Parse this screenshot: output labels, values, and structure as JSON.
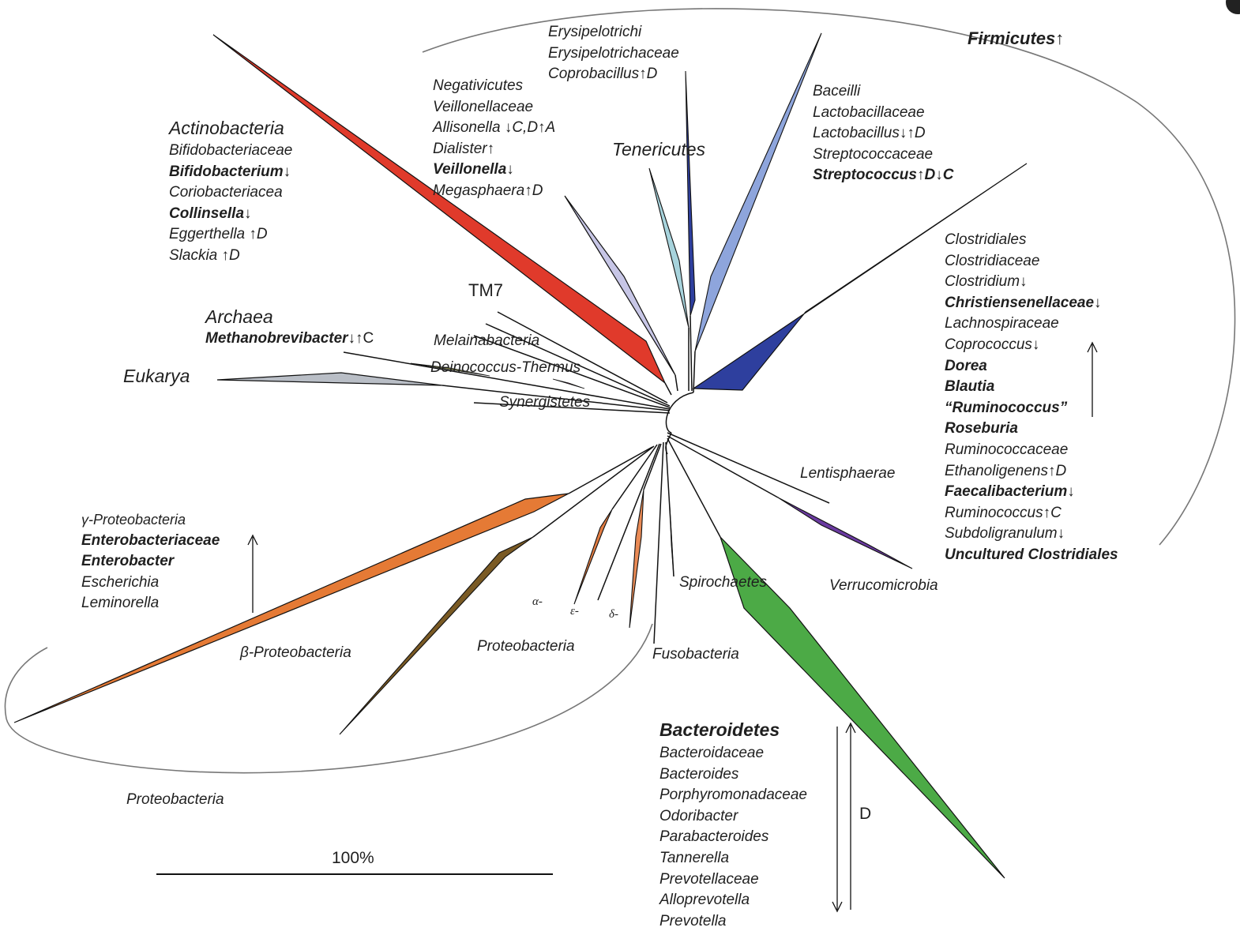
{
  "colors": {
    "actinobacteria": "#e03a2b",
    "firmicutes_bacilli": "#2e3f9e",
    "bacilli_thin": "#8ea5dc",
    "negativicutes": "#c7c6e6",
    "tenericutes": "#a7d3dc",
    "eukarya": "#b9bec6",
    "verrucomicrobia": "#6a3aa0",
    "gamma_proteobacteria": "#e57a35",
    "beta_proteobacteria": "#7a5a24",
    "bacteroidetes": "#4caa46",
    "alpha_proteobacteria": "#e27c42",
    "delta_proteobacteria": "#e98a55",
    "spirochaetes": "#7d7f45",
    "deinococcus": "#c040a0",
    "line": "#111111",
    "bracket": "#777777"
  },
  "labels": {
    "firmicutes": "Firmicutes↑",
    "tenericutes": "Tenericutes",
    "tm7": "TM7",
    "archaea": "Archaea",
    "methanobrevibacter": "Methanobrevibacter",
    "methanobrevibacter_mark": "↓↑C",
    "eukarya": "Eukarya",
    "melainabacteria": "Melainabacteria",
    "deinococcus_thermus": "Deinococcus-Thermus",
    "synergistetes": "Synergistetes",
    "lentisphaerae": "Lentisphaerae",
    "verrucomicrobia": "Verrucomicrobia",
    "spirochaetes": "Spirochaetes",
    "fusobacteria": "Fusobacteria",
    "proteobacteria_inner": "Proteobacteria",
    "proteobacteria_outer": "Proteobacteria",
    "beta_proteobacteria": "β-Proteobacteria",
    "alpha": "α-",
    "epsilon": "ε-",
    "delta": "δ-",
    "scale": "100%",
    "bacteroidetes_d": "D"
  },
  "groups": {
    "actinobacteria_title": "Actinobacteria",
    "actinobacteria": [
      "Bifidobacteriaceae",
      "Bifidobacterium↓",
      "Coriobacteriacea",
      "Collinsella↓",
      "Eggerthella ↑D",
      "Slackia ↑D"
    ],
    "erysipelotrichi": [
      "Erysipelotrichi",
      "Erysipelotrichaceae",
      "Coprobacillus↑D"
    ],
    "negativicutes": [
      "Negativicutes",
      "Veillonellaceae",
      "Allisonella ↓C,D↑A",
      "Dialister↑",
      "Veillonella↓",
      "Megasphaera↑D"
    ],
    "bacilli": [
      "Baceilli",
      "Lactobacillaceae",
      "Lactobacillus↓↑D",
      "Streptococcaceae",
      "Streptococcus↑D↓C"
    ],
    "clostridiales": [
      "Clostridiales",
      "Clostridiaceae",
      "Clostridium↓",
      "Christiensenellaceae↓",
      "Lachnospiraceae",
      "Coprococcus↓",
      "Dorea",
      "Blautia",
      "“Ruminococcus”",
      "Roseburia",
      "Ruminococcaceae",
      "Ethanoligenens↑D",
      "Faecalibacterium↓",
      "Ruminococcus↑C",
      "Subdoligranulum↓",
      "Uncultured Clostridiales"
    ],
    "gamma_proteobacteria": [
      "γ-Proteobacteria",
      "Enterobacteriaceae",
      "Enterobacter",
      "Escherichia",
      "Leminorella"
    ],
    "bacteroidetes_title": "Bacteroidetes",
    "bacteroidetes": [
      "Bacteroidaceae",
      "Bacteroides",
      "Porphyromonadaceae",
      "Odoribacter",
      "Parabacteroides",
      "Tannerella",
      "Prevotellaceae",
      "Alloprevotella",
      "Prevotella"
    ]
  }
}
